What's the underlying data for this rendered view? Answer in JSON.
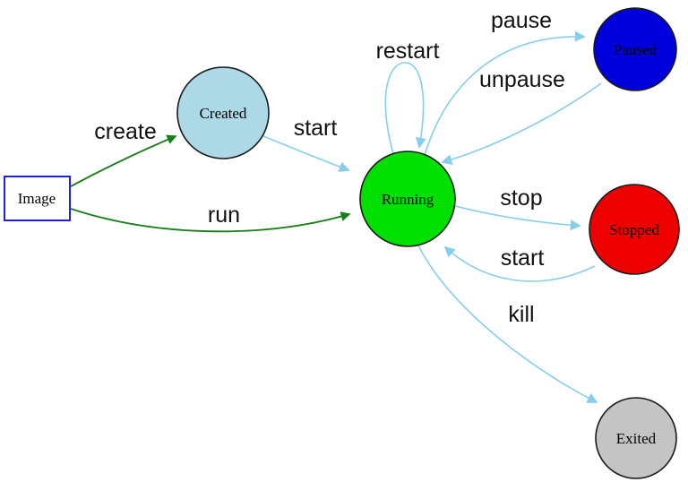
{
  "diagram": {
    "name": "container-lifecycle-state-diagram",
    "nodes": [
      {
        "id": "image",
        "label": "Image",
        "shape": "rect",
        "fill": "#ffffff",
        "border": "#2222cc"
      },
      {
        "id": "created",
        "label": "Created",
        "shape": "circle",
        "fill": "#add8e6",
        "border": "#1a1a1a"
      },
      {
        "id": "running",
        "label": "Running",
        "shape": "circle",
        "fill": "#00e000",
        "border": "#1a1a1a"
      },
      {
        "id": "paused",
        "label": "Paused",
        "shape": "circle",
        "fill": "#0000dd",
        "border": "#1a1a1a"
      },
      {
        "id": "stopped",
        "label": "Stopped",
        "shape": "circle",
        "fill": "#ee0000",
        "border": "#1a1a1a"
      },
      {
        "id": "exited",
        "label": "Exited",
        "shape": "circle",
        "fill": "#c4c4c4",
        "border": "#1a1a1a"
      }
    ],
    "edges": [
      {
        "from": "image",
        "to": "created",
        "label": "create",
        "color": "#1a7f1a"
      },
      {
        "from": "image",
        "to": "running",
        "label": "run",
        "color": "#1a7f1a"
      },
      {
        "from": "created",
        "to": "running",
        "label": "start",
        "color": "#87ceeb"
      },
      {
        "from": "running",
        "to": "running",
        "label": "restart",
        "color": "#87ceeb"
      },
      {
        "from": "running",
        "to": "paused",
        "label": "pause",
        "color": "#87ceeb"
      },
      {
        "from": "paused",
        "to": "running",
        "label": "unpause",
        "color": "#87ceeb"
      },
      {
        "from": "running",
        "to": "stopped",
        "label": "stop",
        "color": "#87ceeb"
      },
      {
        "from": "stopped",
        "to": "running",
        "label": "start",
        "color": "#87ceeb"
      },
      {
        "from": "running",
        "to": "exited",
        "label": "kill",
        "color": "#87ceeb"
      }
    ],
    "colors": {
      "flow_edge": "#87ceeb",
      "create_edge": "#1a7f1a",
      "background": "#ffffff"
    }
  }
}
